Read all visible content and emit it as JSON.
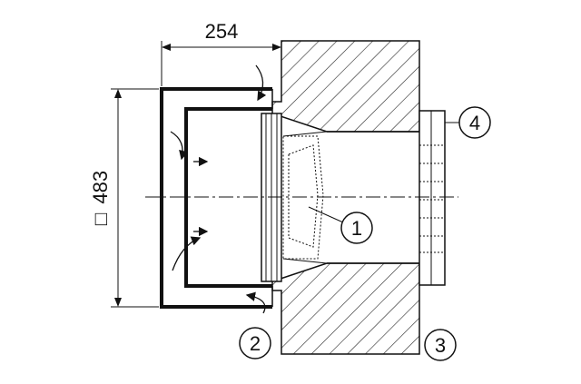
{
  "dimensions": {
    "width_label": "254",
    "height_label": "483",
    "square_symbol": "□"
  },
  "callouts": [
    "1",
    "2",
    "3",
    "4"
  ],
  "colors": {
    "line": "#111111",
    "hatch": "#222222",
    "background": "#ffffff"
  }
}
